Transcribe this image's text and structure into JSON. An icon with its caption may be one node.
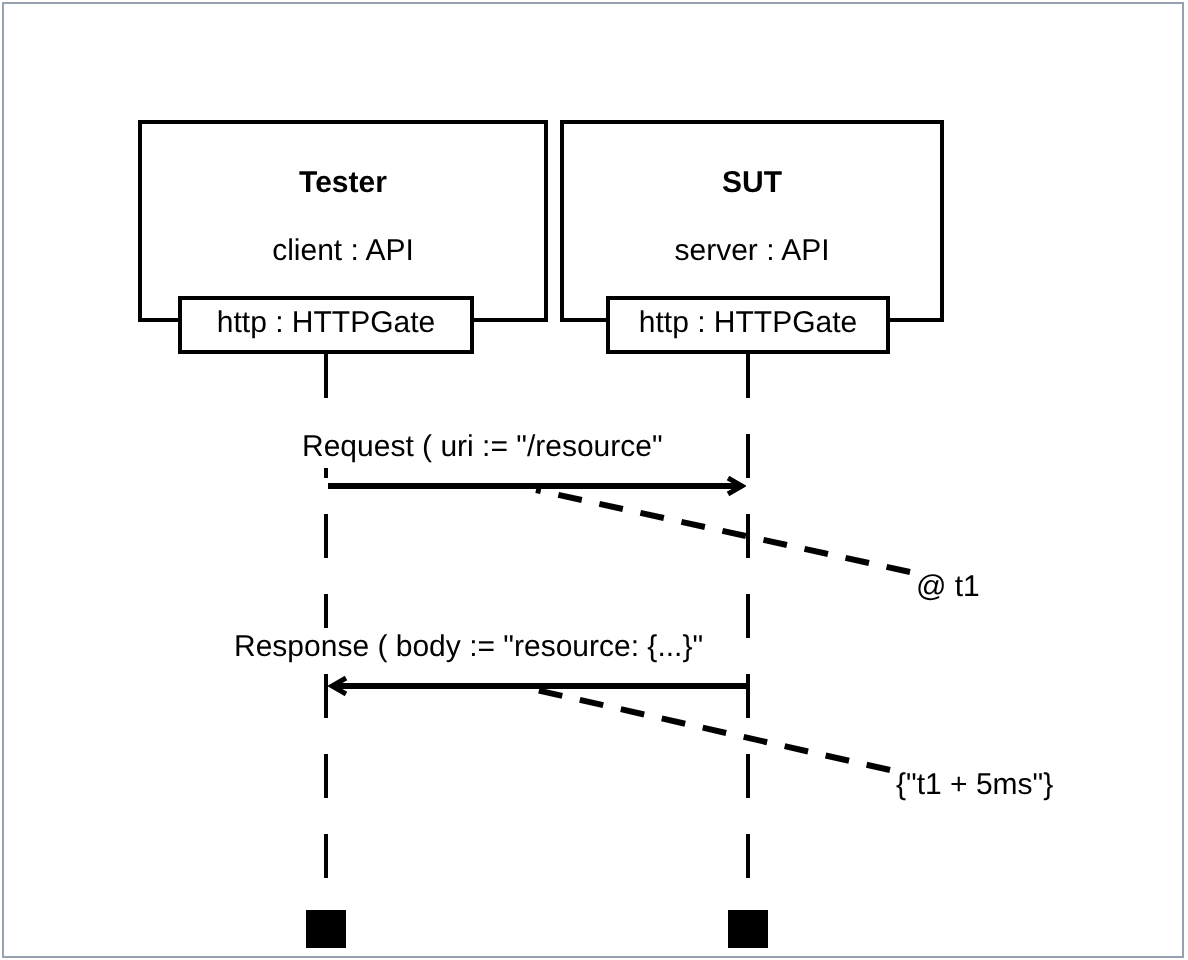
{
  "diagram": {
    "nodes": [
      {
        "text": [
          "Tester",
          "client : API"
        ]
      },
      {
        "text": [
          "http : HTTPGate"
        ]
      },
      {
        "text": [
          "SUT",
          "server : API"
        ]
      },
      {
        "text": [
          "http : HTTPGate"
        ]
      },
      {
        "text": [],
        "shape": "line"
      },
      {
        "text": [],
        "shape": "line"
      },
      {
        "text": [],
        "shape": "box"
      },
      {
        "text": [],
        "shape": "box"
      },
      {
        "text": [
          "@ t1"
        ]
      },
      {
        "text": [
          "{\"t1 + 5ms\"}"
        ]
      }
    ],
    "edges": [
      {
        "from": 4,
        "to": 5,
        "arrow": "to",
        "label": "Request ( uri := \"/resource\""
      },
      {
        "from": 5,
        "to": 4,
        "arrow": "to",
        "label": "Response ( body := \"resource: {...}\""
      },
      {
        "from": 8,
        "to": null,
        "arrow": "none",
        "style": "dashed"
      },
      {
        "from": 9,
        "to": null,
        "arrow": "none",
        "style": "dashed"
      }
    ]
  }
}
